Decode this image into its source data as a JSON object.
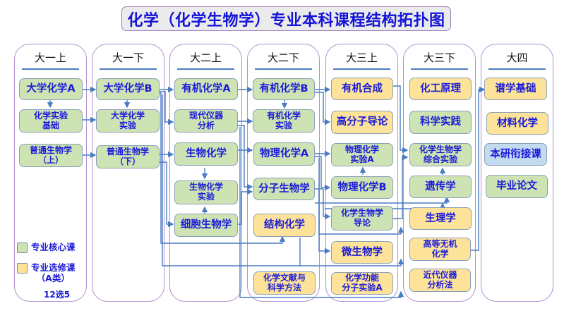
{
  "title": "化学（化学生物学）专业本科课程结构拓扑图",
  "colors": {
    "core": "#cde3b4",
    "elective": "#fde39a",
    "bridge": "#c4daf1",
    "text": "#1a1ad8",
    "link": "#4a7cc4"
  },
  "columns": [
    {
      "id": "y1a",
      "label": "大一上"
    },
    {
      "id": "y1b",
      "label": "大一下"
    },
    {
      "id": "y2a",
      "label": "大二上"
    },
    {
      "id": "y2b",
      "label": "大二下"
    },
    {
      "id": "y3a",
      "label": "大三上"
    },
    {
      "id": "y3b",
      "label": "大三下"
    },
    {
      "id": "y4",
      "label": "大四"
    }
  ],
  "courses": {
    "chemA": {
      "label": "大学化学A",
      "type": "core"
    },
    "chemLabBasic": {
      "label": "化学实验\n基础",
      "type": "core"
    },
    "bioUp": {
      "label": "普通生物学\n（上）",
      "type": "core"
    },
    "chemB": {
      "label": "大学化学B",
      "type": "core"
    },
    "chemLab": {
      "label": "大学化学\n实验",
      "type": "core"
    },
    "bioDown": {
      "label": "普通生物学\n（下）",
      "type": "core"
    },
    "orgA": {
      "label": "有机化学A",
      "type": "core"
    },
    "instrAnal": {
      "label": "现代仪器\n分析",
      "type": "core"
    },
    "biochem": {
      "label": "生物化学",
      "type": "core"
    },
    "biochemLab": {
      "label": "生物化学\n实验",
      "type": "core"
    },
    "cellBio": {
      "label": "细胞生物学",
      "type": "core"
    },
    "orgB": {
      "label": "有机化学B",
      "type": "core"
    },
    "orgLab": {
      "label": "有机化学\n实验",
      "type": "core"
    },
    "physA": {
      "label": "物理化学A",
      "type": "core"
    },
    "molBio": {
      "label": "分子生物学",
      "type": "core"
    },
    "structChem": {
      "label": "结构化学",
      "type": "elective"
    },
    "literature": {
      "label": "化学文献与\n科学方法",
      "type": "elective"
    },
    "orgSynth": {
      "label": "有机合成",
      "type": "elective"
    },
    "polymer": {
      "label": "高分子导论",
      "type": "elective"
    },
    "physLabA": {
      "label": "物理化学\n实验A",
      "type": "core"
    },
    "physB": {
      "label": "物理化学B",
      "type": "core"
    },
    "chemBioIntro": {
      "label": "化学生物学\n导论",
      "type": "core"
    },
    "microbio": {
      "label": "微生物学",
      "type": "elective"
    },
    "funcMolLab": {
      "label": "化学功能\n分子实验A",
      "type": "elective"
    },
    "chemEng": {
      "label": "化工原理",
      "type": "elective"
    },
    "sciPractice": {
      "label": "科学实践",
      "type": "core"
    },
    "chemBioLab": {
      "label": "化学生物学\n综合实验",
      "type": "core"
    },
    "genetics": {
      "label": "遗传学",
      "type": "core"
    },
    "physiology": {
      "label": "生理学",
      "type": "elective"
    },
    "advInorg": {
      "label": "高等无机\n化学",
      "type": "elective"
    },
    "modernInstr": {
      "label": "近代仪器\n分析法",
      "type": "elective"
    },
    "spectro": {
      "label": "谱学基础",
      "type": "elective"
    },
    "materials": {
      "label": "材料化学",
      "type": "elective"
    },
    "bridgeCourse": {
      "label": "本研衔接课",
      "type": "bridge"
    },
    "thesis": {
      "label": "毕业论文",
      "type": "core"
    }
  },
  "legend": {
    "core": "专业核心课",
    "elective": "专业选修课\n（A类）",
    "note": "12选5"
  }
}
